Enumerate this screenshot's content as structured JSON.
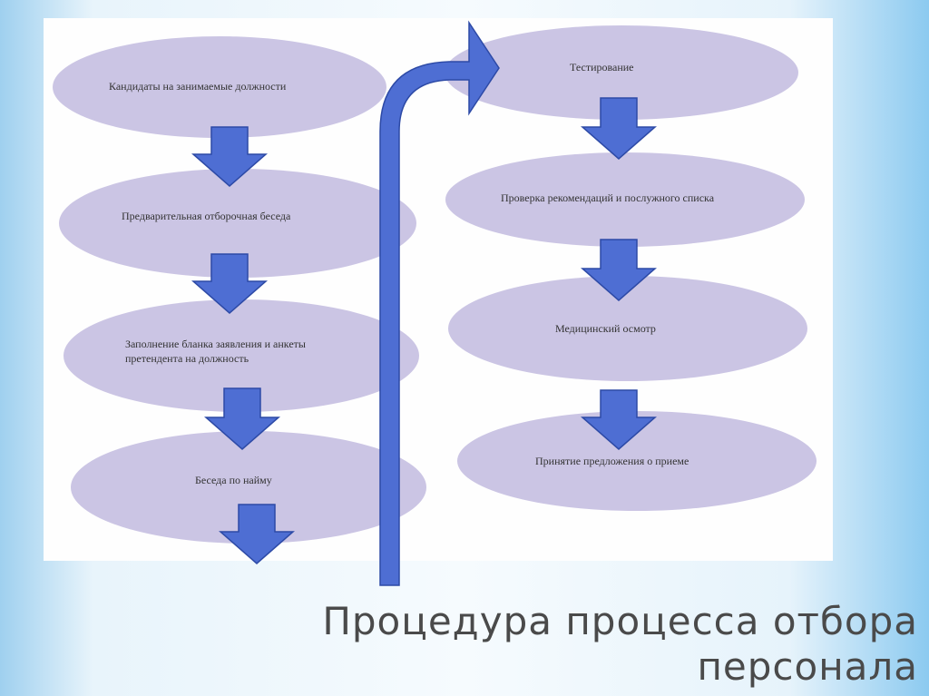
{
  "left_steps": [
    {
      "label": "Кандидаты на занимаемые должности"
    },
    {
      "label": "Предварительная отборочная беседа"
    },
    {
      "label": "Заполнение бланка заявления  и анкеты  претендента на должность"
    },
    {
      "label": "Беседа по найму"
    }
  ],
  "right_steps": [
    {
      "label": "Тестирование"
    },
    {
      "label": "Проверка рекомендаций и послужного списка"
    },
    {
      "label": "Медицинский осмотр"
    },
    {
      "label": "Принятие предложения о приеме"
    }
  ],
  "title": {
    "line1": "Процедура  процесса отбора",
    "line2": "персонала"
  },
  "colors": {
    "ellipse": "#c9c3e3",
    "arrow": "#4e6ed3",
    "arrow_stroke": "#2d4aa6"
  }
}
